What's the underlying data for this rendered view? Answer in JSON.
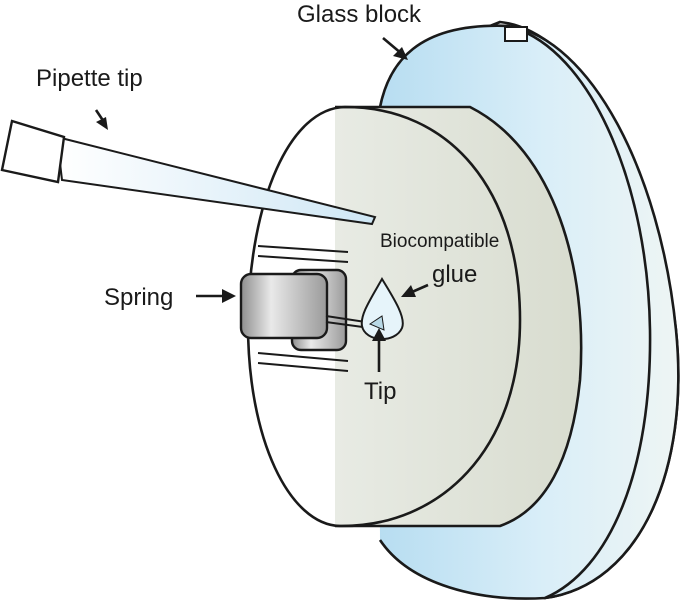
{
  "labels": {
    "glass_block": "Glass block",
    "pipette_tip": "Pipette tip",
    "biocompatible": "Biocompatible",
    "glue": "glue",
    "spring": "Spring",
    "tip": "Tip"
  },
  "colors": {
    "glass_blue": "#cfe7f5",
    "glass_edge": "#e6eae8",
    "disk_green": "#d6e8cf",
    "disk_side": "#e2e6dd",
    "glue_blue": "#dff0f8",
    "spring_metal": "#a9a9a9",
    "outline": "#1a1a1a"
  },
  "icons": {
    "arrows": "arrow-icon"
  }
}
